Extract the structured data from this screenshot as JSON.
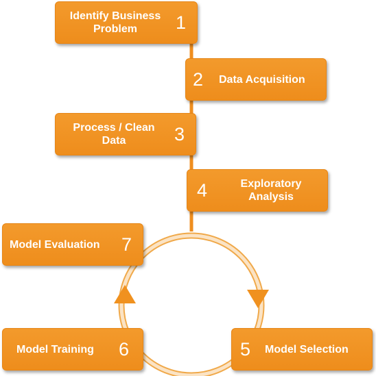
{
  "colors": {
    "box_fill": "#f0911f",
    "connector": "#ef8e1f",
    "text": "#ffffff"
  },
  "steps": [
    {
      "number": "1",
      "label": "Identify Business\nProblem"
    },
    {
      "number": "2",
      "label": "Data Acquisition"
    },
    {
      "number": "3",
      "label": "Process / Clean\nData"
    },
    {
      "number": "4",
      "label": "Exploratory\nAnalysis"
    },
    {
      "number": "5",
      "label": "Model Selection"
    },
    {
      "number": "6",
      "label": "Model Training"
    },
    {
      "number": "7",
      "label": "Model Evaluation"
    }
  ]
}
